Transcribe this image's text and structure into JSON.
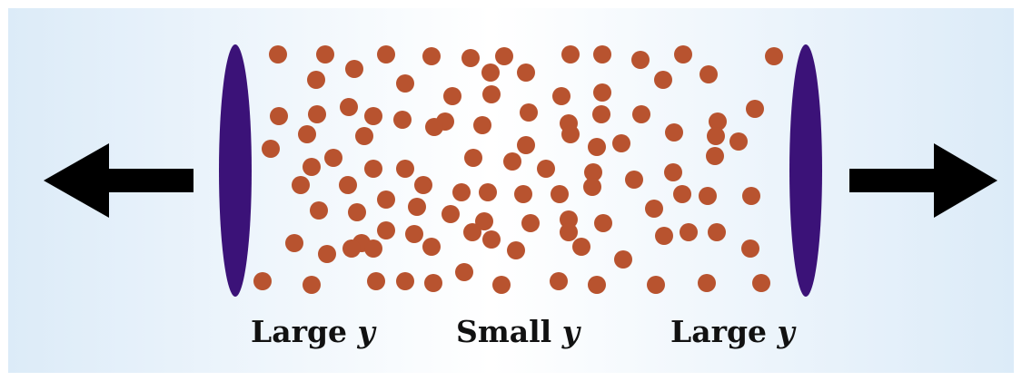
{
  "colors": {
    "background_edge": "#dcebf8",
    "background_center": "#ffffff",
    "particle": "#b8532f",
    "plate": "#3b1278",
    "arrow": "#000000"
  },
  "labels": {
    "left": {
      "prefix": "Large ",
      "variable": "y"
    },
    "center": {
      "prefix": "Small ",
      "variable": "y"
    },
    "right": {
      "prefix": "Large ",
      "variable": "y"
    }
  },
  "icons": {
    "left_arrow": "arrow-left-icon",
    "right_arrow": "arrow-right-icon"
  }
}
